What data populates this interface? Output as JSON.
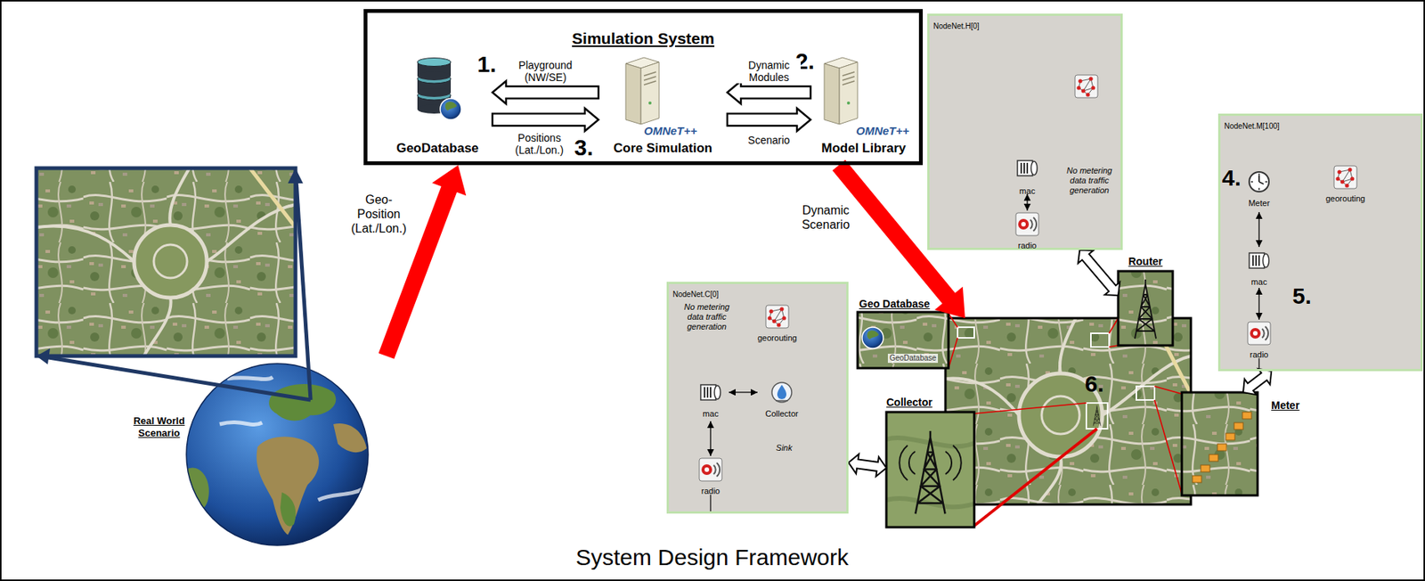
{
  "diagram": {
    "caption": "System Design Framework",
    "nodes": [
      {
        "text": [
          "Simulation System"
        ]
      },
      {
        "text": [
          "GeoDatabase"
        ],
        "in": 0
      },
      {
        "text": [
          "OMNeT++",
          "Core Simulation"
        ],
        "in": 0
      },
      {
        "text": [
          "OMNeT++",
          "Model Library"
        ],
        "in": 0
      },
      {
        "text": [
          "Real World Scenario"
        ]
      },
      {
        "text": [
          "NodeNet.H[0]",
          "No metering data traffic generation"
        ]
      },
      {
        "text": [
          "mac"
        ],
        "in": 5
      },
      {
        "text": [
          "radio"
        ],
        "in": 5
      },
      {
        "text": [
          "NodeNet.M[100]"
        ]
      },
      {
        "text": [
          "Meter"
        ],
        "in": 8
      },
      {
        "text": [
          "georouting"
        ],
        "in": 8
      },
      {
        "text": [
          "mac"
        ],
        "in": 8
      },
      {
        "text": [
          "radio"
        ],
        "in": 8
      },
      {
        "text": [
          "NodeNet.C[0]",
          "No metering data traffic generation",
          "Sink"
        ]
      },
      {
        "text": [
          "georouting"
        ],
        "in": 13
      },
      {
        "text": [
          "mac"
        ],
        "in": 13
      },
      {
        "text": [
          "Collector"
        ],
        "in": 13
      },
      {
        "text": [
          "radio"
        ],
        "in": 13
      },
      {
        "text": [
          "6."
        ]
      },
      {
        "text": [
          "Router"
        ]
      },
      {
        "text": [
          "Geo Database",
          "GeoDatabase"
        ]
      },
      {
        "text": [
          "Collector"
        ]
      },
      {
        "text": [
          "Meter"
        ]
      }
    ],
    "edges": [
      {
        "from": 2,
        "to": 1,
        "label": "Playground (NW/SE)",
        "arrow": "to"
      },
      {
        "from": 1,
        "to": 2,
        "label": "Positions (Lat./Lon.)",
        "arrow": "to"
      },
      {
        "from": 3,
        "to": 2,
        "label": "Dynamic Modules",
        "arrow": "to"
      },
      {
        "from": 2,
        "to": 3,
        "label": "Scenario",
        "arrow": "to"
      },
      {
        "from": 4,
        "to": 0,
        "label": "Geo-Position (Lat./Lon.)",
        "arrow": "to"
      },
      {
        "from": 0,
        "to": 18,
        "label": "Dynamic Scenario",
        "arrow": "to"
      },
      {
        "from": 6,
        "to": 7,
        "arrow": "both"
      },
      {
        "from": 9,
        "to": 11,
        "arrow": "both"
      },
      {
        "from": 11,
        "to": 12,
        "arrow": "both"
      },
      {
        "from": 15,
        "to": 16,
        "arrow": "both"
      },
      {
        "from": 15,
        "to": 17,
        "arrow": "both"
      },
      {
        "from": 5,
        "to": 19,
        "arrow": "both"
      },
      {
        "from": 8,
        "to": 22,
        "arrow": "both"
      },
      {
        "from": 13,
        "to": 21,
        "arrow": "both"
      }
    ],
    "labels": [
      "1.",
      "2.",
      "3.",
      "4.",
      "5."
    ]
  }
}
